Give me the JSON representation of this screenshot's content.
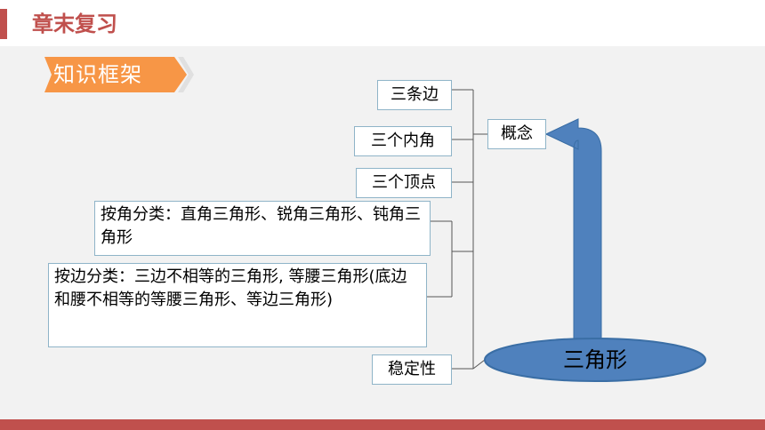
{
  "header": {
    "title": "章末复习"
  },
  "badge": {
    "label": "知识框架"
  },
  "nodes": {
    "edges": "三条边",
    "angles": "三个内角",
    "vertices": "三个顶点",
    "by_angle": "按角分类：直角三角形、锐角三角形、钝角三角形",
    "by_side": "按边分类：三边不相等的三角形, 等腰三角形(底边和腰不相等的等腰三角形、等边三角形)",
    "stability": "稳定性",
    "concept": "概念",
    "root": "三角形"
  },
  "colors": {
    "accent": "#c0504d",
    "badge": "#f79646",
    "arrow": "#4f81bd",
    "box_border": "#8fb4c8",
    "panel": "#f2f2f2"
  }
}
